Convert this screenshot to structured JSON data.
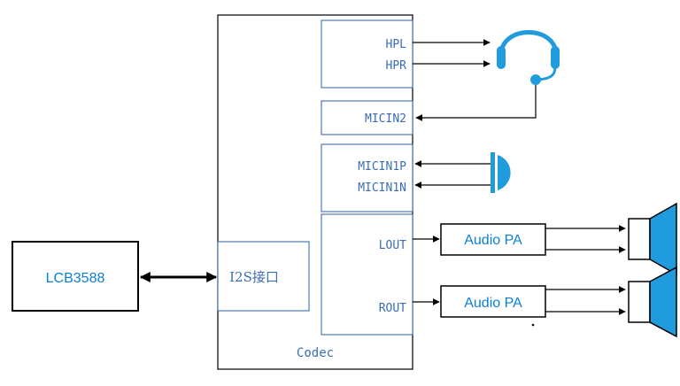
{
  "colors": {
    "accent_blue": "#1f9bde",
    "label_blue": "#3a6db5",
    "text_blue": "#0b7fd4",
    "line": "#000000",
    "box_border": "#2a5fa5"
  },
  "soc": {
    "label": "LCB3588"
  },
  "codec": {
    "label": "Codec",
    "i2s_label": "I2S接口",
    "pins": {
      "hpl": "HPL",
      "hpr": "HPR",
      "micin2": "MICIN2",
      "micin1p": "MICIN1P",
      "micin1n": "MICIN1N",
      "lout": "LOUT",
      "rout": "ROUT"
    }
  },
  "amps": [
    {
      "label": "Audio PA"
    },
    {
      "label": "Audio PA"
    }
  ],
  "icons": {
    "headset": "headset-icon",
    "microphone": "microphone-icon",
    "speaker": "speaker-icon"
  }
}
